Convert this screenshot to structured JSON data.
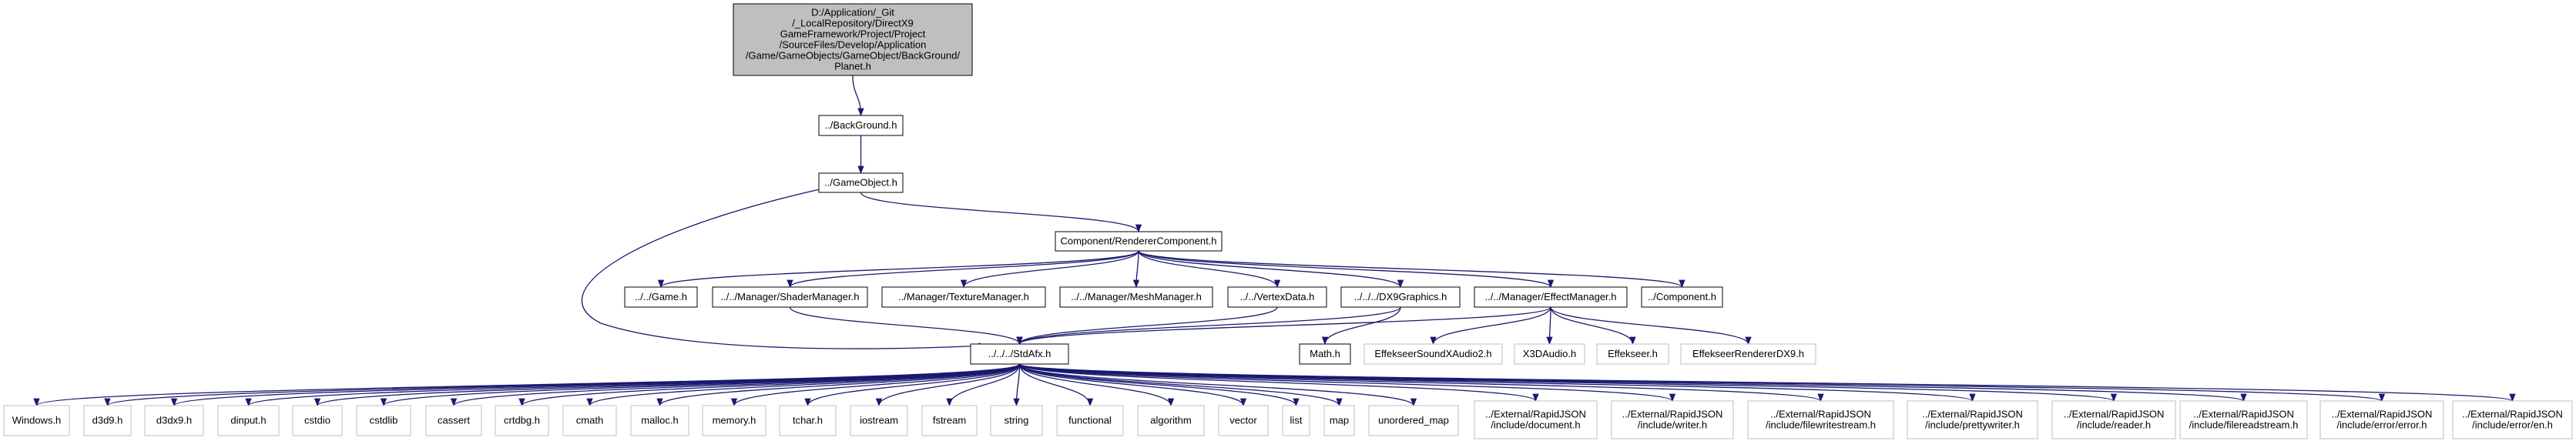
{
  "diagram": {
    "type": "include-dependency-graph",
    "colors": {
      "edge": "#191970",
      "root_fill": "#bfbfbf",
      "node_stroke": "#000000",
      "external_stroke": "#bfbfbf",
      "background": "#ffffff"
    },
    "nodes": [
      {
        "id": "root",
        "lines": [
          "D:/Application/_Git",
          "/_LocalRepository/DirectX9",
          "GameFramework/Project/Project",
          "/SourceFiles/Develop/Application",
          "/Game/GameObjects/GameObject/BackGround/",
          "Planet.h"
        ],
        "kind": "root"
      },
      {
        "id": "background",
        "lines": [
          "../BackGround.h"
        ],
        "kind": "normal"
      },
      {
        "id": "gameobject",
        "lines": [
          "../GameObject.h"
        ],
        "kind": "normal"
      },
      {
        "id": "renderer",
        "lines": [
          "Component/RendererComponent.h"
        ],
        "kind": "normal"
      },
      {
        "id": "game",
        "lines": [
          "../../Game.h"
        ],
        "kind": "normal"
      },
      {
        "id": "shader",
        "lines": [
          "../../Manager/ShaderManager.h"
        ],
        "kind": "normal"
      },
      {
        "id": "texture",
        "lines": [
          "../Manager/TextureManager.h"
        ],
        "kind": "normal"
      },
      {
        "id": "mesh",
        "lines": [
          "../../Manager/MeshManager.h"
        ],
        "kind": "normal"
      },
      {
        "id": "vertex",
        "lines": [
          "../../VertexData.h"
        ],
        "kind": "normal"
      },
      {
        "id": "dx9",
        "lines": [
          "../../../DX9Graphics.h"
        ],
        "kind": "normal"
      },
      {
        "id": "effect",
        "lines": [
          "../../Manager/EffectManager.h"
        ],
        "kind": "normal"
      },
      {
        "id": "component",
        "lines": [
          "../Component.h"
        ],
        "kind": "normal"
      },
      {
        "id": "stdafx",
        "lines": [
          "../../../StdAfx.h"
        ],
        "kind": "normal"
      },
      {
        "id": "math",
        "lines": [
          "Math.h"
        ],
        "kind": "normal"
      },
      {
        "id": "xaudio",
        "lines": [
          "EffekseerSoundXAudio2.h"
        ],
        "kind": "external"
      },
      {
        "id": "x3d",
        "lines": [
          "X3DAudio.h"
        ],
        "kind": "external"
      },
      {
        "id": "effekseer",
        "lines": [
          "Effekseer.h"
        ],
        "kind": "external"
      },
      {
        "id": "effrend",
        "lines": [
          "EffekseerRendererDX9.h"
        ],
        "kind": "external"
      },
      {
        "id": "windows",
        "lines": [
          "Windows.h"
        ],
        "kind": "external"
      },
      {
        "id": "d3d9",
        "lines": [
          "d3d9.h"
        ],
        "kind": "external"
      },
      {
        "id": "d3dx9",
        "lines": [
          "d3dx9.h"
        ],
        "kind": "external"
      },
      {
        "id": "dinput",
        "lines": [
          "dinput.h"
        ],
        "kind": "external"
      },
      {
        "id": "cstdio",
        "lines": [
          "cstdio"
        ],
        "kind": "external"
      },
      {
        "id": "cstdlib",
        "lines": [
          "cstdlib"
        ],
        "kind": "external"
      },
      {
        "id": "cassert",
        "lines": [
          "cassert"
        ],
        "kind": "external"
      },
      {
        "id": "crtdbg",
        "lines": [
          "crtdbg.h"
        ],
        "kind": "external"
      },
      {
        "id": "cmath",
        "lines": [
          "cmath"
        ],
        "kind": "external"
      },
      {
        "id": "malloc",
        "lines": [
          "malloc.h"
        ],
        "kind": "external"
      },
      {
        "id": "memory",
        "lines": [
          "memory.h"
        ],
        "kind": "external"
      },
      {
        "id": "tchar",
        "lines": [
          "tchar.h"
        ],
        "kind": "external"
      },
      {
        "id": "iostream",
        "lines": [
          "iostream"
        ],
        "kind": "external"
      },
      {
        "id": "fstream",
        "lines": [
          "fstream"
        ],
        "kind": "external"
      },
      {
        "id": "string",
        "lines": [
          "string"
        ],
        "kind": "external"
      },
      {
        "id": "functional",
        "lines": [
          "functional"
        ],
        "kind": "external"
      },
      {
        "id": "algorithm",
        "lines": [
          "algorithm"
        ],
        "kind": "external"
      },
      {
        "id": "vector",
        "lines": [
          "vector"
        ],
        "kind": "external"
      },
      {
        "id": "list",
        "lines": [
          "list"
        ],
        "kind": "external"
      },
      {
        "id": "map",
        "lines": [
          "map"
        ],
        "kind": "external"
      },
      {
        "id": "umap",
        "lines": [
          "unordered_map"
        ],
        "kind": "external"
      },
      {
        "id": "rj_doc",
        "lines": [
          "../External/RapidJSON",
          "/include/document.h"
        ],
        "kind": "external"
      },
      {
        "id": "rj_writer",
        "lines": [
          "../External/RapidJSON",
          "/include/writer.h"
        ],
        "kind": "external"
      },
      {
        "id": "rj_fws",
        "lines": [
          "../External/RapidJSON",
          "/include/filewritestream.h"
        ],
        "kind": "external"
      },
      {
        "id": "rj_pretty",
        "lines": [
          "../External/RapidJSON",
          "/include/prettywriter.h"
        ],
        "kind": "external"
      },
      {
        "id": "rj_reader",
        "lines": [
          "../External/RapidJSON",
          "/include/reader.h"
        ],
        "kind": "external"
      },
      {
        "id": "rj_frs",
        "lines": [
          "../External/RapidJSON",
          "/include/filereadstream.h"
        ],
        "kind": "external"
      },
      {
        "id": "rj_err",
        "lines": [
          "../External/RapidJSON",
          "/include/error/error.h"
        ],
        "kind": "external"
      },
      {
        "id": "rj_en",
        "lines": [
          "../External/RapidJSON",
          "/include/error/en.h"
        ],
        "kind": "external"
      }
    ],
    "edges": [
      [
        "root",
        "background"
      ],
      [
        "background",
        "gameobject"
      ],
      [
        "gameobject",
        "renderer"
      ],
      [
        "gameobject",
        "stdafx"
      ],
      [
        "renderer",
        "game"
      ],
      [
        "renderer",
        "shader"
      ],
      [
        "renderer",
        "texture"
      ],
      [
        "renderer",
        "mesh"
      ],
      [
        "renderer",
        "vertex"
      ],
      [
        "renderer",
        "dx9"
      ],
      [
        "renderer",
        "effect"
      ],
      [
        "renderer",
        "component"
      ],
      [
        "shader",
        "stdafx"
      ],
      [
        "vertex",
        "stdafx"
      ],
      [
        "dx9",
        "stdafx"
      ],
      [
        "dx9",
        "math"
      ],
      [
        "effect",
        "stdafx"
      ],
      [
        "effect",
        "xaudio"
      ],
      [
        "effect",
        "x3d"
      ],
      [
        "effect",
        "effekseer"
      ],
      [
        "effect",
        "effrend"
      ],
      [
        "stdafx",
        "windows"
      ],
      [
        "stdafx",
        "d3d9"
      ],
      [
        "stdafx",
        "d3dx9"
      ],
      [
        "stdafx",
        "dinput"
      ],
      [
        "stdafx",
        "cstdio"
      ],
      [
        "stdafx",
        "cstdlib"
      ],
      [
        "stdafx",
        "cassert"
      ],
      [
        "stdafx",
        "crtdbg"
      ],
      [
        "stdafx",
        "cmath"
      ],
      [
        "stdafx",
        "malloc"
      ],
      [
        "stdafx",
        "memory"
      ],
      [
        "stdafx",
        "tchar"
      ],
      [
        "stdafx",
        "iostream"
      ],
      [
        "stdafx",
        "fstream"
      ],
      [
        "stdafx",
        "string"
      ],
      [
        "stdafx",
        "functional"
      ],
      [
        "stdafx",
        "algorithm"
      ],
      [
        "stdafx",
        "vector"
      ],
      [
        "stdafx",
        "list"
      ],
      [
        "stdafx",
        "map"
      ],
      [
        "stdafx",
        "umap"
      ],
      [
        "stdafx",
        "rj_doc"
      ],
      [
        "stdafx",
        "rj_writer"
      ],
      [
        "stdafx",
        "rj_fws"
      ],
      [
        "stdafx",
        "rj_pretty"
      ],
      [
        "stdafx",
        "rj_reader"
      ],
      [
        "stdafx",
        "rj_frs"
      ],
      [
        "stdafx",
        "rj_err"
      ],
      [
        "stdafx",
        "rj_en"
      ]
    ]
  }
}
